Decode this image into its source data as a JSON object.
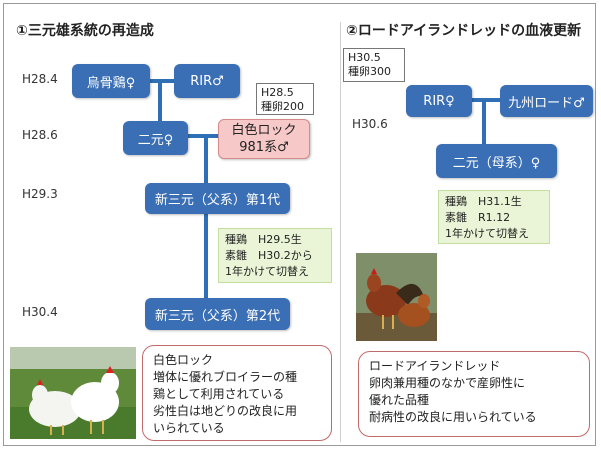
{
  "left": {
    "title": "①三元雄系統の再造成",
    "dates": [
      "H28.4",
      "H28.6",
      "H29.3",
      "H30.4"
    ],
    "boxes": {
      "ukokkei": "烏骨鶏♀",
      "rir": "RIR♂",
      "nigen": "二元♀",
      "white_rock_line1": "白色ロック",
      "white_rock_line2": "981系♂",
      "shin_gen1": "新三元（父系）第1代",
      "shin_gen2": "新三元（父系）第2代"
    },
    "note": {
      "line1": "H28.5",
      "line2": "種卵200"
    },
    "green_note": [
      "種鶏　H29.5生",
      "素雛　H30.2から",
      "1年かけて切替え"
    ],
    "desc": [
      "白色ロック",
      "増体に優れブロイラーの種",
      "鶏として利用されている",
      "劣性白は地どりの改良に用",
      "いられている"
    ]
  },
  "right": {
    "title": "②ロードアイランドレッドの血液更新",
    "dates": [
      "H30.6"
    ],
    "note": {
      "line1": "H30.5",
      "line2": "種卵300"
    },
    "boxes": {
      "rir_female": "RIR♀",
      "kyushu": "九州ロード♂",
      "nigen_boke": "二元（母系）♀"
    },
    "green_note": [
      "種鶏　H31.1生",
      "素雛　R1.12",
      "1年かけて切替え"
    ],
    "desc": [
      "ロードアイランドレッド",
      "卵肉兼用種のなかで産卵性に",
      "優れた品種",
      "耐病性の改良に用いられている"
    ]
  },
  "colors": {
    "box_blue": "#3a6fb5",
    "box_pink": "#f6c8c8",
    "note_green": "#e9f5d6",
    "desc_border": "#c06a6a"
  }
}
